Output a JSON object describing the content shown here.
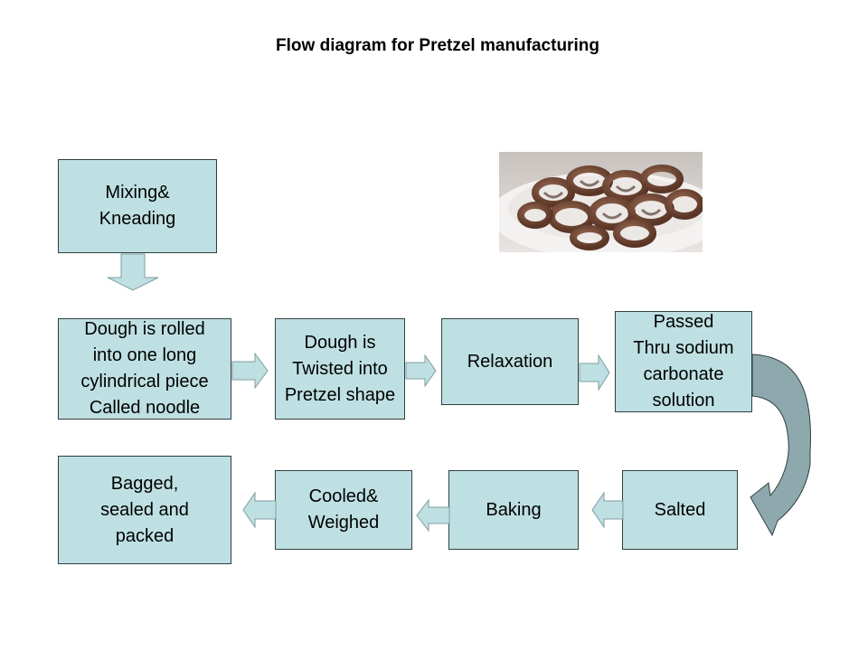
{
  "title": "Flow diagram for Pretzel manufacturing",
  "steps": {
    "mixing": "Mixing&\nKneading",
    "rolled": "Dough is rolled\ninto one long\ncylindrical piece\nCalled noodle",
    "twisted": "Dough is\nTwisted into\nPretzel shape",
    "relaxation": "Relaxation",
    "sodium": "Passed\nThru sodium\ncarbonate\nsolution",
    "salted": "Salted",
    "baking": "Baking",
    "cooled": "Cooled&\nWeighed",
    "bagged": "Bagged,\nsealed and\npacked"
  },
  "colors": {
    "box_fill": "#bfe0e2",
    "box_border": "#2f3f40",
    "curved_arrow": "#8ea9ad"
  }
}
